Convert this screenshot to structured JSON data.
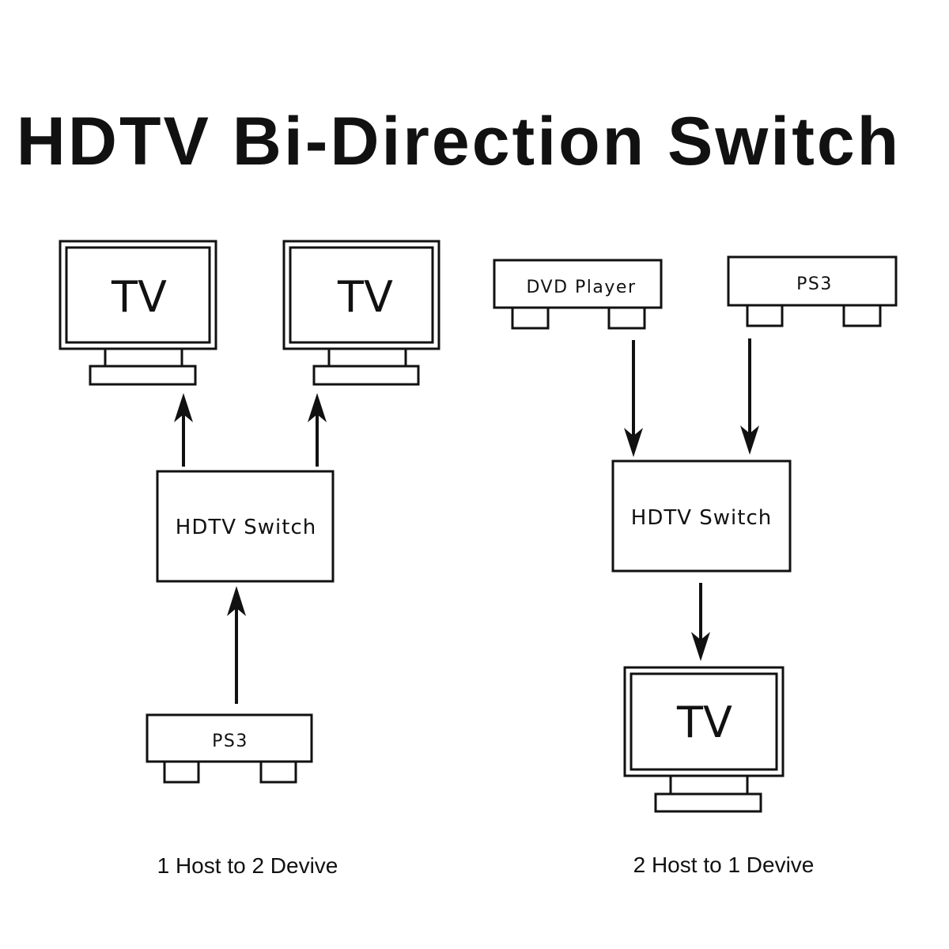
{
  "title": "HDTV Bi-Direction Switch",
  "left_diagram": {
    "tv_1": "TV",
    "tv_2": "TV",
    "switch": "HDTV Switch",
    "source": "PS3",
    "caption": "1 Host to 2 Devive"
  },
  "right_diagram": {
    "source_1": "DVD Player",
    "source_2": "PS3",
    "switch": "HDTV Switch",
    "tv": "TV",
    "caption": "2 Host to 1 Devive"
  }
}
